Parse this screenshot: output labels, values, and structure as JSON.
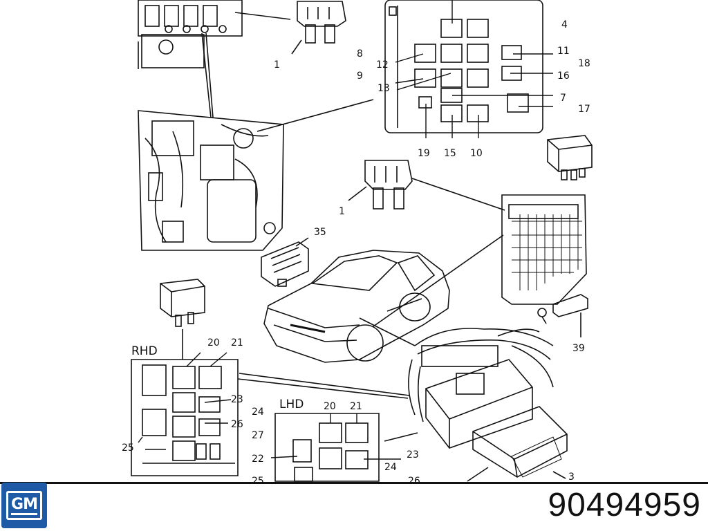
{
  "brand": {
    "logo_text": "GM"
  },
  "part_number": "90494959",
  "labels": {
    "l1a": "1",
    "l1b": "1",
    "l3": "3",
    "l4": "4",
    "l7": "7",
    "l8": "8",
    "l9": "9",
    "l10": "10",
    "l11": "11",
    "l12": "12",
    "l13": "13",
    "l15": "15",
    "l16": "16",
    "l17": "17",
    "l18": "18",
    "l19": "19",
    "l35": "35",
    "l39": "39",
    "rhd": "RHD",
    "r20": "20",
    "r21": "21",
    "r23": "23",
    "r24": "24",
    "r25": "25",
    "r26": "26",
    "r27": "27",
    "lhd": "LHD",
    "h20": "20",
    "h21": "21",
    "h22": "22",
    "h23": "23",
    "h24": "24",
    "h25": "25",
    "h26": "26"
  },
  "colors": {
    "logo_blue": "#1f5aa6",
    "ink": "#111111",
    "paper": "#ffffff"
  }
}
